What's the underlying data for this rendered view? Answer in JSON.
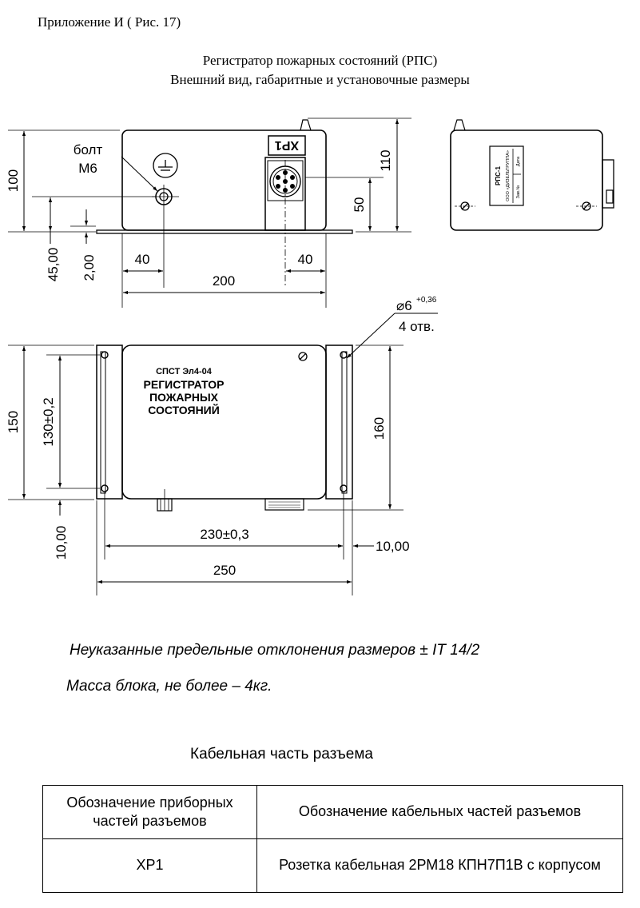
{
  "header": {
    "appendix": "Приложение И   ( Рис. 17)",
    "title_line1": "Регистратор пожарных состояний (РПС)",
    "title_line2": "Внешний вид, габаритные и установочные размеры"
  },
  "front_view": {
    "bolt_label_1": "болт",
    "bolt_label_2": "М6",
    "connector_label": "ХР1",
    "dims": {
      "height_100": "100",
      "height_110": "110",
      "height_50": "50",
      "dim_45": "45,00",
      "dim_2": "2,00",
      "left_40": "40",
      "right_40": "40",
      "width_200": "200"
    }
  },
  "side_view": {
    "plate_label": "РПС-1",
    "plate_maker": "ООО «ДИЗЕЛЬТРУППА»",
    "plate_field_1": "Зав.№",
    "plate_field_2": "Дата"
  },
  "top_view": {
    "hole_dia": "⌀6",
    "hole_tol": "+0,36",
    "hole_count": "4 отв.",
    "label_line1": "СПСТ Эл4-04",
    "label_line2": "РЕГИСТРАТОР",
    "label_line3": "ПОЖАРНЫХ",
    "label_line4": "СОСТОЯНИЙ",
    "dims": {
      "h_150": "150",
      "h_130": "130±0,2",
      "h_160": "160",
      "d_10_left": "10,00",
      "d_10_right": "10,00",
      "w_230": "230±0,3",
      "w_250": "250"
    }
  },
  "notes": {
    "tolerance": "Неуказанные предельные отклонения размеров ±  IT 14/2",
    "mass": "Масса блока, не более – 4кг."
  },
  "table": {
    "caption": "Кабельная часть разъема",
    "header_col1": "Обозначение приборных частей разъемов",
    "header_col2": "Обозначение кабельных частей разъемов",
    "row1_col1": "ХР1",
    "row1_col2": "Розетка кабельная 2РМ18 КПН7П1В с корпусом"
  }
}
